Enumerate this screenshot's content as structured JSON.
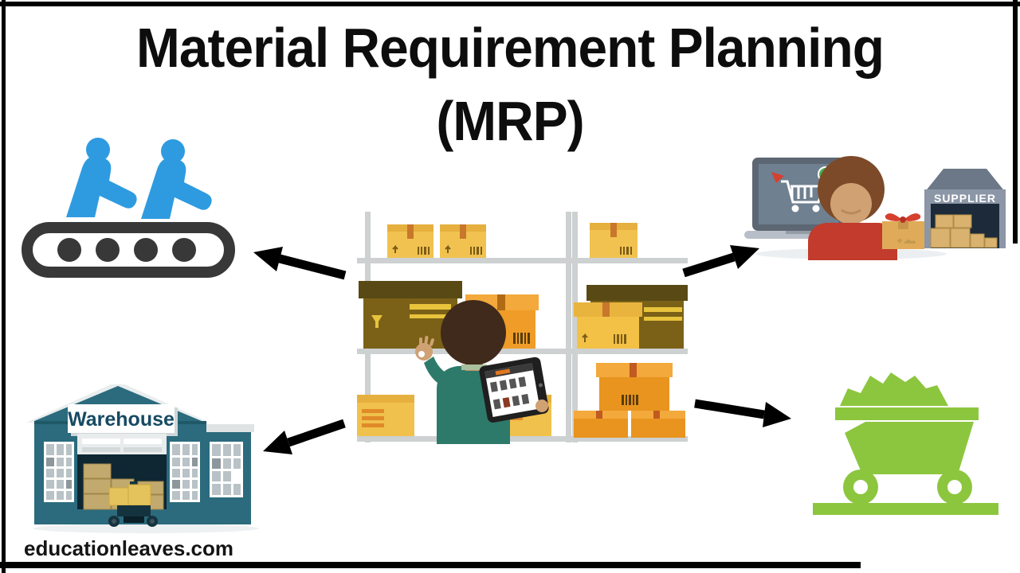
{
  "poster": {
    "title_line1": "Material Requirement Planning",
    "title_line2": "(MRP)",
    "watermark": "educationleaves.com"
  },
  "diagram": {
    "center_node": {
      "id": "inventory-planning",
      "icon": "inventory-shelves-with-planner"
    },
    "nodes": [
      {
        "id": "production",
        "icon": "workers-conveyor-icon",
        "position": "top-left"
      },
      {
        "id": "supplier",
        "icon": "supplier-order-scene",
        "position": "top-right",
        "label": "SUPPLIER"
      },
      {
        "id": "warehouse",
        "icon": "warehouse-building-icon",
        "position": "bottom-left",
        "label": "Warehouse"
      },
      {
        "id": "raw-materials",
        "icon": "mine-cart-icon",
        "position": "bottom-right"
      }
    ],
    "labels": {
      "supplier_sign": "SUPPLIER",
      "warehouse_sign": "Warehouse"
    }
  },
  "colors": {
    "worker_blue": "#2e9be0",
    "conveyor_dark": "#383838",
    "cart_green": "#8cc63f",
    "building_teal": "#2b6b7d",
    "sweater_teal": "#2e7a6a",
    "shirt_red": "#c23b2c",
    "supplier_grey": "#8b96a6",
    "box_yellow": "#f0c14c",
    "box_orange": "#ef9d28",
    "box_brown": "#7b6118",
    "arrow_black": "#000000"
  }
}
